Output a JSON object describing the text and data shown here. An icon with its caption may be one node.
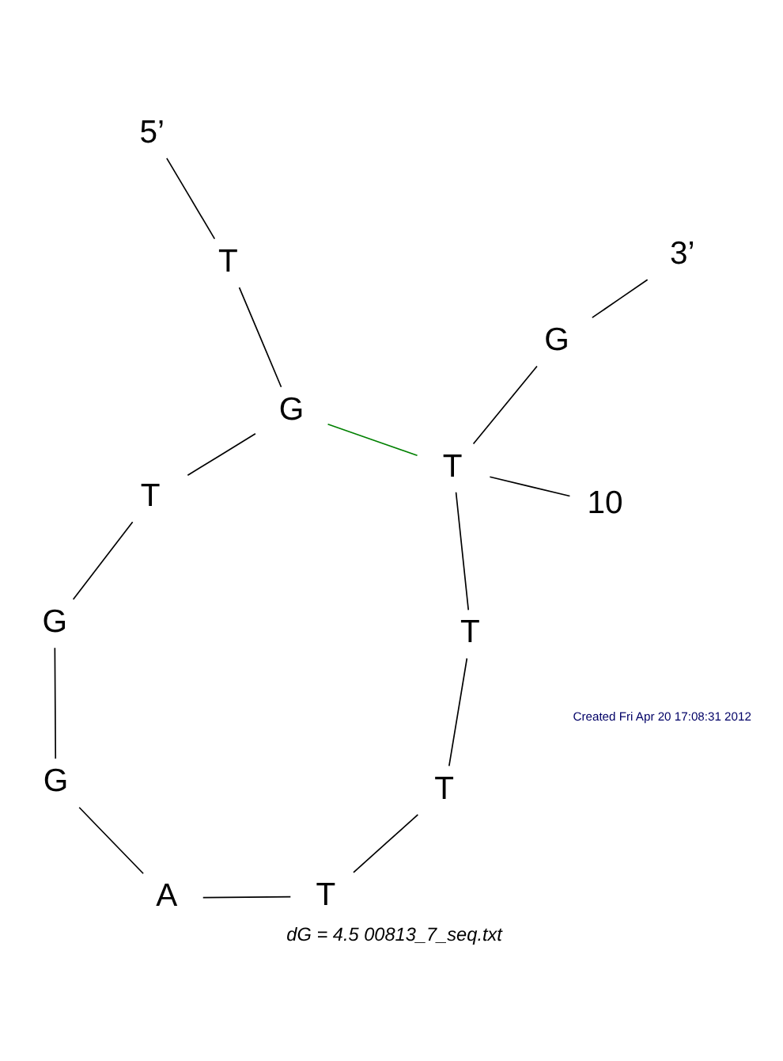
{
  "diagram": {
    "caption": "dG = 4.5 00813_7_seq.txt",
    "nodes": [
      {
        "text": [
          "5’"
        ]
      },
      {
        "text": [
          "T"
        ]
      },
      {
        "text": [
          "G"
        ]
      },
      {
        "text": [
          "T"
        ]
      },
      {
        "text": [
          "G"
        ]
      },
      {
        "text": [
          "G"
        ]
      },
      {
        "text": [
          "A"
        ]
      },
      {
        "text": [
          "T"
        ]
      },
      {
        "text": [
          "T"
        ]
      },
      {
        "text": [
          "T"
        ]
      },
      {
        "text": [
          "T"
        ]
      },
      {
        "text": [
          "G"
        ]
      },
      {
        "text": [
          "3’"
        ]
      },
      {
        "text": [
          "10"
        ]
      }
    ],
    "edges": [
      {
        "from": 0,
        "to": 1,
        "arrow": "none"
      },
      {
        "from": 1,
        "to": 2,
        "arrow": "none"
      },
      {
        "from": 2,
        "to": 3,
        "arrow": "none"
      },
      {
        "from": 3,
        "to": 4,
        "arrow": "none"
      },
      {
        "from": 4,
        "to": 5,
        "arrow": "none"
      },
      {
        "from": 5,
        "to": 6,
        "arrow": "none"
      },
      {
        "from": 6,
        "to": 7,
        "arrow": "none"
      },
      {
        "from": 7,
        "to": 8,
        "arrow": "none"
      },
      {
        "from": 8,
        "to": 9,
        "arrow": "none"
      },
      {
        "from": 9,
        "to": 10,
        "arrow": "none"
      },
      {
        "from": 10,
        "to": 11,
        "arrow": "none"
      },
      {
        "from": 11,
        "to": 12,
        "arrow": "none"
      },
      {
        "from": 2,
        "to": 10,
        "arrow": "none",
        "color": "#008000"
      },
      {
        "from": 13,
        "to": 10,
        "arrow": "none"
      }
    ],
    "labels": [
      "Created Fri Apr 20 17:08:31 2012"
    ]
  }
}
